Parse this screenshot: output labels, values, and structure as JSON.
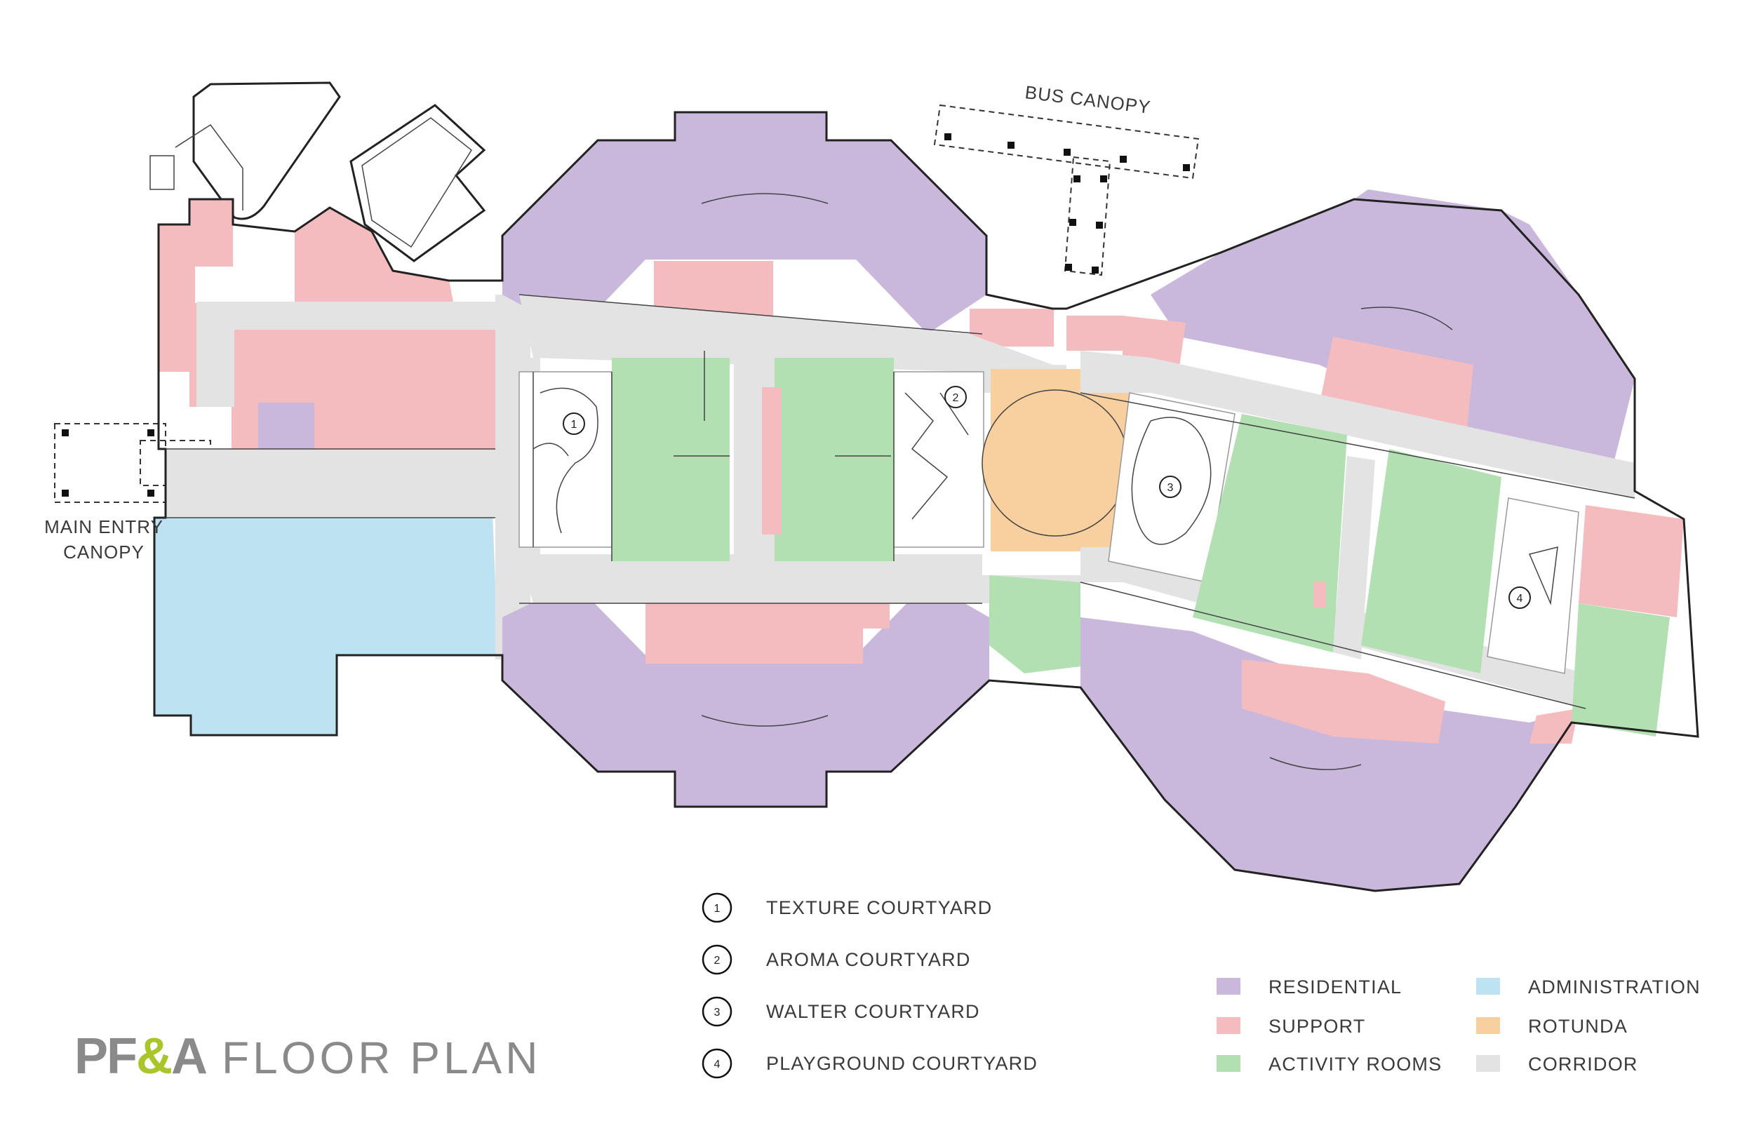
{
  "colors": {
    "residential": "#c9b8db",
    "support": "#f5bcc0",
    "activity": "#b3e0b3",
    "administration": "#bde3f3",
    "rotunda": "#f8cf9e",
    "corridor": "#e3e3e3",
    "logo_gray": "#8a8a8a",
    "logo_green": "#a8c62a"
  },
  "title": {
    "logo_pf": "PF",
    "logo_amp": "&",
    "logo_a": "A",
    "heading": "FLOOR PLAN"
  },
  "plan_labels": {
    "bus_canopy": "BUS CANOPY",
    "main_entry_line1": "MAIN ENTRY",
    "main_entry_line2": "CANOPY"
  },
  "courtyard_markers": [
    "1",
    "2",
    "3",
    "4"
  ],
  "courtyards": [
    {
      "number": "1",
      "name": "TEXTURE COURTYARD"
    },
    {
      "number": "2",
      "name": "AROMA COURTYARD"
    },
    {
      "number": "3",
      "name": "WALTER COURTYARD"
    },
    {
      "number": "4",
      "name": "PLAYGROUND COURTYARD"
    }
  ],
  "legend": [
    {
      "label": "RESIDENTIAL",
      "color_key": "residential"
    },
    {
      "label": "SUPPORT",
      "color_key": "support"
    },
    {
      "label": "ACTIVITY ROOMS",
      "color_key": "activity"
    },
    {
      "label": "ADMINISTRATION",
      "color_key": "administration"
    },
    {
      "label": "ROTUNDA",
      "color_key": "rotunda"
    },
    {
      "label": "CORRIDOR",
      "color_key": "corridor"
    }
  ]
}
